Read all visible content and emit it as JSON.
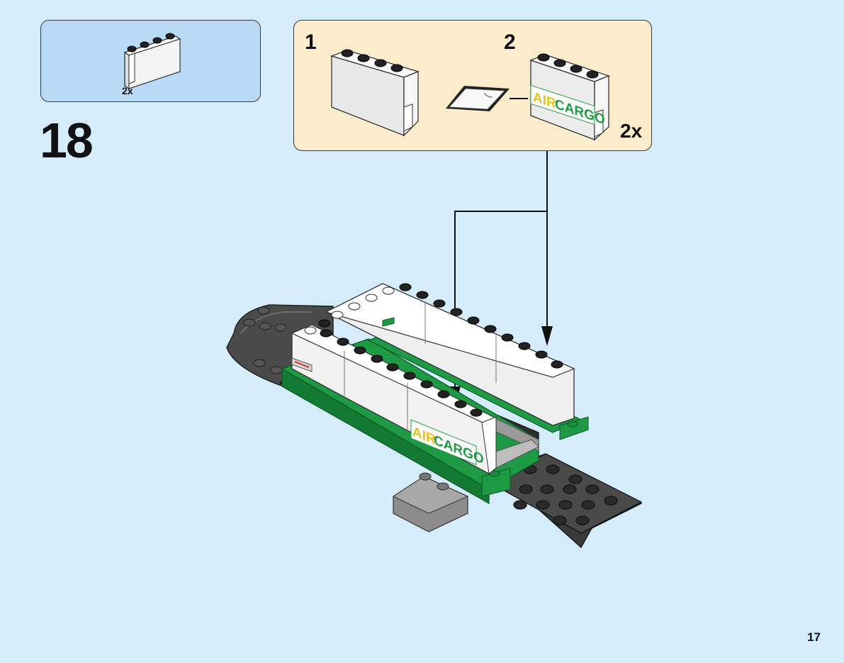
{
  "parts_callout": {
    "quantity": "2x",
    "part_icon": "white-panel-brick-icon"
  },
  "step": {
    "number": "18"
  },
  "subassembly": {
    "step_1_label": "1",
    "step_2_label": "2",
    "quantity": "2x",
    "decal_text_part1": "AIR",
    "decal_text_part2": "CARGO"
  },
  "main_model": {
    "decal_text_part1": "AIR",
    "decal_text_part2": "CARGO"
  },
  "colors": {
    "page_background": "#d4ecfb",
    "parts_box": "#b9daf5",
    "subassembly_box": "#fdeccb",
    "brick_green": "#1e9a45",
    "brick_white": "#f4f4f4",
    "brick_dark_grey": "#4a4a4a",
    "decal_yellow": "#e8c21a"
  },
  "page": {
    "number": "17"
  }
}
